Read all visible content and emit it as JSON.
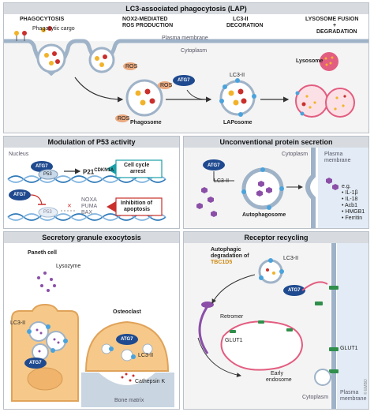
{
  "panel_top": {
    "title": "LC3-associated phagocytosis (LAP)",
    "phagocytosis": "PHAGOCYTOSIS",
    "phagocytic_cargo": "Phagocytic cargo",
    "nox2_line1": "NOX2-MEDIATED",
    "nox2_line2": "ROS PRODUCTION",
    "lc3_line1": "LC3-II",
    "lc3_line2": "DECORATION",
    "lys_line1": "LYSOSOME FUSION",
    "lys_line2": "+",
    "lys_line3": "DEGRADATION",
    "plasma_membrane": "Plasma membrane",
    "cytoplasm": "Cytoplasm",
    "ros": "ROS",
    "phagosome": "Phagosome",
    "atg7": "ATG7",
    "lc3ii": "LC3-II",
    "laposome": "LAPosome",
    "lysosome": "Lysosome"
  },
  "panel_p53": {
    "title": "Modulation of P53 activity",
    "nucleus": "Nucleus",
    "atg7": "ATG7",
    "p53": "P53",
    "p21": "P21",
    "p21_sup": "CDKN1A",
    "cell_cycle_arrest_1": "Cell cycle",
    "cell_cycle_arrest_2": "arrest",
    "noxa": "NOXA",
    "puma": "PUMA",
    "bax": "BAX",
    "inhibition_1": "Inhibition of",
    "inhibition_2": "apoptosis"
  },
  "panel_unconv": {
    "title": "Unconventional protein secretion",
    "cytoplasm": "Cytoplasm",
    "plasma_membrane_1": "Plasma",
    "plasma_membrane_2": "membrane",
    "atg7": "ATG7",
    "lc3ii": "LC3-II",
    "autophagosome": "Autophagosome",
    "eg": "e.g.",
    "items": [
      "• IL-1β",
      "• IL-18",
      "• Acb1",
      "• HMGB1",
      "• Ferritin"
    ]
  },
  "panel_secretory": {
    "title": "Secretory granule exocytosis",
    "paneth_cell": "Paneth cell",
    "lysozyme": "Lysozyme",
    "lc3ii": "LC3-II",
    "atg7": "ATG7",
    "osteoclast": "Osteoclast",
    "cathepsin_k": "Cathepsin K",
    "bone_matrix": "Bone matrix"
  },
  "panel_receptor": {
    "title": "Receptor recycling",
    "autophagic_1": "Autophagic",
    "autophagic_2": "degradation of",
    "tbc1d5": "TBC1D5",
    "lc3ii": "LC3-II",
    "atg7": "ATG7",
    "retromer": "Retromer",
    "glut1_a": "GLUT1",
    "glut1_b": "GLUT1",
    "early_1": "Early",
    "early_2": "endosome",
    "cytoplasm": "Cytoplasm",
    "plasma_membrane_1": "Plasma",
    "plasma_membrane_2": "membrane"
  },
  "copyright": "© EMBO",
  "colors": {
    "atg7": "#1f4a8f",
    "lc3": "#4aa3dc",
    "membrane": "#9fb3c8",
    "cargo_yellow": "#f2b32a",
    "cargo_red": "#c9302c",
    "purple": "#8b4fa8",
    "green_receptor": "#2f8f4a",
    "ros": "#e9a97f",
    "lysosome": "#e35d80",
    "cell_orange": "#f6c98a"
  }
}
